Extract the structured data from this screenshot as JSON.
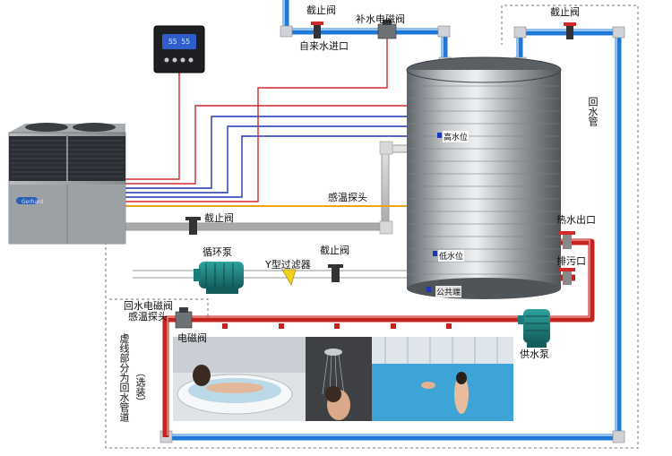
{
  "labels": {
    "stop_valve_top": "截止阀",
    "makeup_solenoid": "补水电磁阀",
    "tap_water_inlet": "自来水进口",
    "stop_valve_right": "截止阀",
    "return_pipe": "回水管",
    "high_level": "高水位",
    "low_level": "低水位",
    "common_end": "公共端",
    "temp_probe": "感温探头",
    "stop_valve_mid": "截止阀",
    "circ_pump": "循环泵",
    "y_filter": "Y型过滤器",
    "stop_valve_low": "截止阀",
    "hot_outlet": "热水出口",
    "drain_outlet": "排污口",
    "return_solenoid": "回水电磁阀",
    "return_probe": "感温探头",
    "solenoid_valve": "电磁阀",
    "supply_pump": "供水泵",
    "dashed_note": "虚线部分为回水管道",
    "optional": "（选装）"
  },
  "controller_display": "55 55",
  "unit_brand": "Gerhard",
  "colors": {
    "blue_pipe": "#1e78d8",
    "red_pipe": "#c5231f",
    "gray_pipe": "#c9c9c9",
    "orange_probe": "#f0a21c",
    "signal_red": "#d22a2a",
    "signal_blue": "#1d36b8",
    "tank": "#8c9095",
    "pump_teal": "#1b7d7a"
  }
}
